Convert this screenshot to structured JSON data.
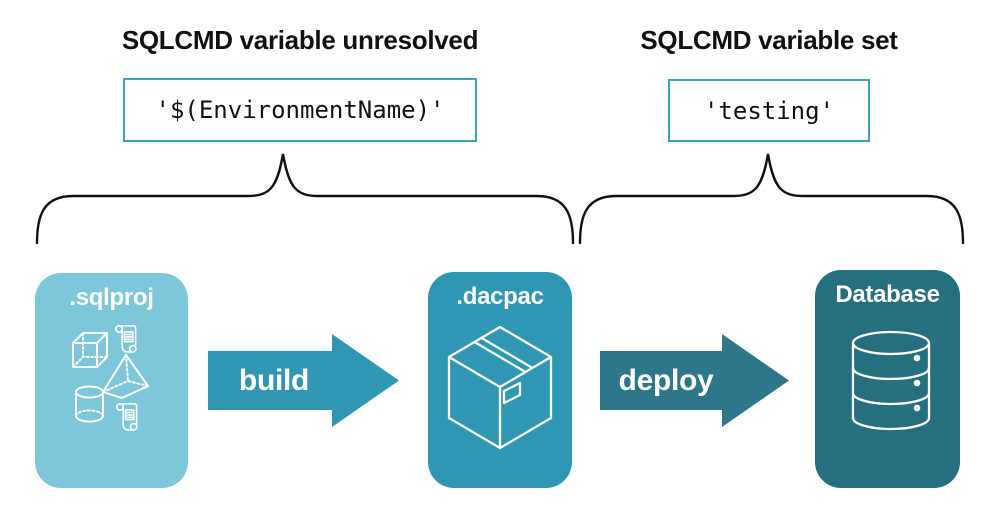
{
  "annotations": {
    "left": {
      "heading": "SQLCMD variable unresolved",
      "code": "'$(EnvironmentName)'"
    },
    "right": {
      "heading": "SQLCMD variable set",
      "code": "'testing'"
    }
  },
  "pipeline": {
    "source_label": ".sqlproj",
    "build_label": "build",
    "artifact_label": ".dacpac",
    "deploy_label": "deploy",
    "target_label": "Database"
  },
  "icons": {
    "sqlproj_node": [
      "cube-icon",
      "scroll-icon",
      "pyramid-icon",
      "cylinder-icon",
      "scroll-icon"
    ],
    "dacpac_node": "package-box-icon",
    "database_node": "database-cylinder-icon",
    "grouping": [
      "curly-brace-icon",
      "curly-brace-icon"
    ],
    "flow": [
      "right-arrow-icon",
      "right-arrow-icon"
    ]
  },
  "colors": {
    "sqlproj_bg": "#7ec7da",
    "dacpac_bg": "#2f97b4",
    "build_arrow": "#2f97b4",
    "deploy_arrow": "#2e7689",
    "database_bg": "#266f7f",
    "code_border": "#38a3bc",
    "text": "#111111",
    "icon_stroke": "#ffffff"
  }
}
